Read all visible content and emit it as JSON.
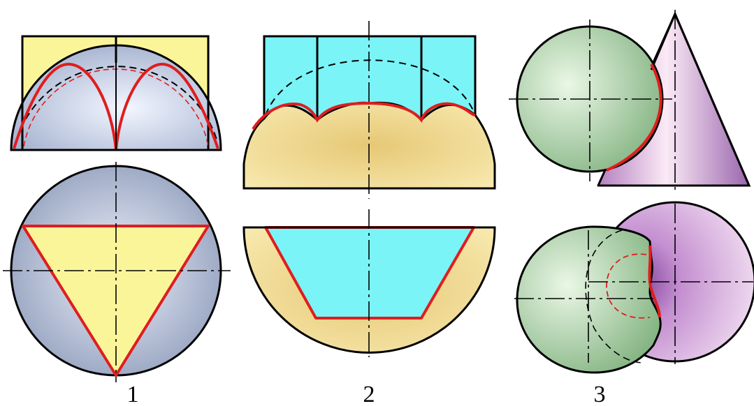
{
  "figures": [
    {
      "label": "1",
      "description_colors": {
        "sphere": "#aab6cf",
        "prism": "#fbf59a",
        "intersection": "#e01d1d"
      }
    },
    {
      "label": "2",
      "description_colors": {
        "hemisphere": "#f0d98e",
        "prism": "#7af4f7",
        "intersection": "#e01d1d"
      }
    },
    {
      "label": "3",
      "description_colors": {
        "sphere": "#9ccc98",
        "cone": "#cf9ad6",
        "intersection": "#e01d1d"
      }
    }
  ],
  "colors": {
    "outline": "#000000",
    "intersection": "#e01d1d",
    "axis": "#000000"
  }
}
